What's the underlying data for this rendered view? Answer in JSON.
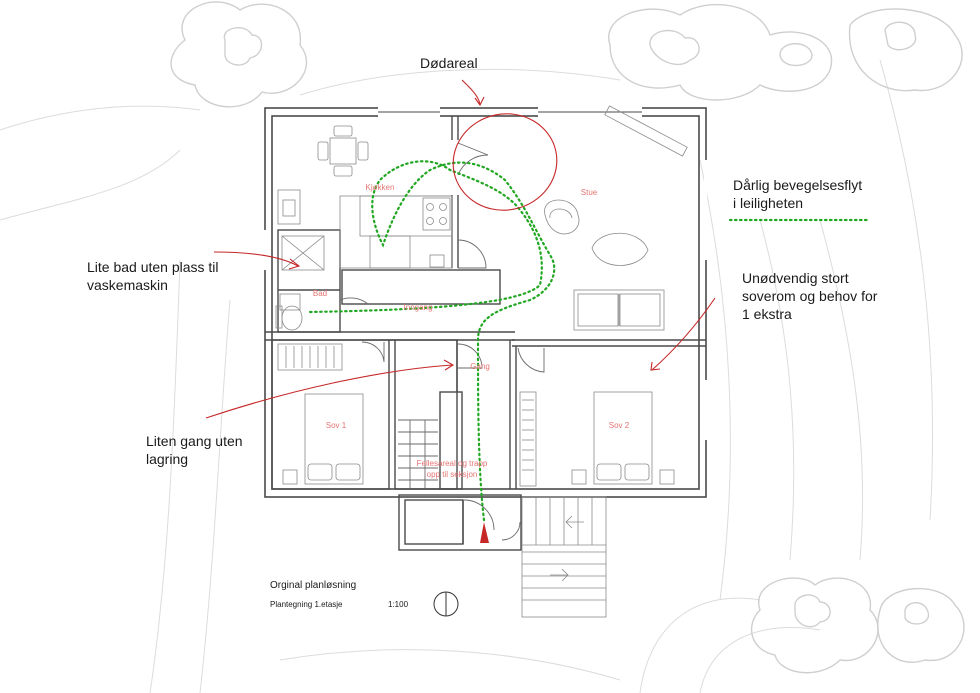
{
  "annotations": {
    "dead_area": "Dødareal",
    "bad_flow_line1": "Dårlig bevegelsesflyt",
    "bad_flow_line2": "i leiligheten",
    "small_bath_line1": "Lite bad uten plass til",
    "small_bath_line2": "vaskemaskin",
    "big_bedroom_line1": "Unødvendig stort",
    "big_bedroom_line2": "soverom og behov for",
    "big_bedroom_line3": "1 ekstra",
    "small_hall_line1": "Liten gang uten",
    "small_hall_line2": "lagring"
  },
  "rooms": {
    "kitchen": "Kjøkken",
    "living": "Stue",
    "bath": "Bad",
    "entrance": "Inngang",
    "hall": "Gang",
    "bed1": "Sov 1",
    "bed2": "Sov 2",
    "stair_line1": "Fellesareal og trapp",
    "stair_line2": "opp til seksjon"
  },
  "caption": {
    "title": "Orginal planløsning",
    "subtitle": "Plantegning 1.etasje",
    "scale": "1:100"
  },
  "colors": {
    "wall": "#4a4a4a",
    "annotation_red": "#c62828",
    "room_label": "#e57373",
    "flow_green": "#22a722",
    "tree": "#cfcfcf"
  }
}
